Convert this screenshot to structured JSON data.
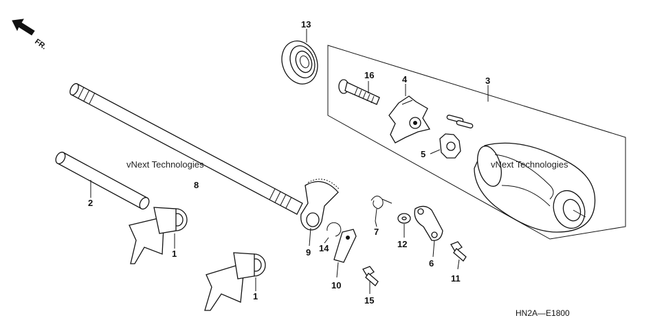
{
  "diagram": {
    "direction_label": "FR.",
    "diagram_code": "HN2A—E1800",
    "watermark_text": "vNext Technologies",
    "callouts": {
      "c1a": "1",
      "c1b": "1",
      "c2": "2",
      "c3": "3",
      "c4": "4",
      "c5": "5",
      "c6": "6",
      "c7": "7",
      "c8": "8",
      "c9": "9",
      "c10": "10",
      "c11": "11",
      "c12": "12",
      "c13": "13",
      "c14": "14",
      "c15": "15",
      "c16": "16"
    },
    "icons": {
      "direction": "arrow-icon"
    }
  }
}
